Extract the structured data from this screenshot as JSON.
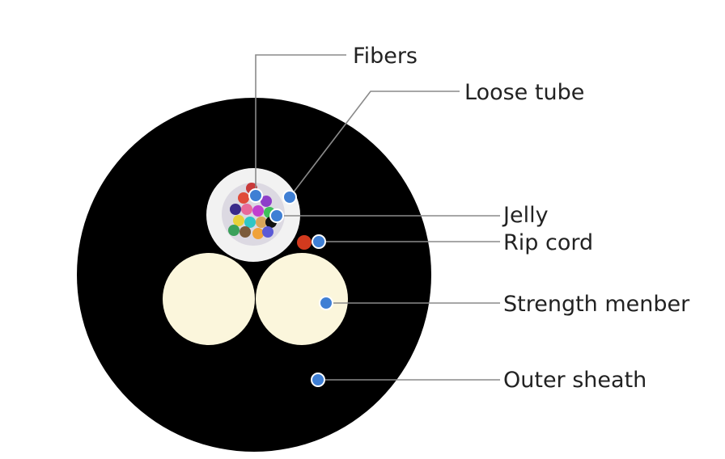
{
  "colors": {
    "background": "#ffffff",
    "outer_sheath": "#000000",
    "loose_tube": "#f2f2f2",
    "jelly": "#dcd9e2",
    "strength_member": "#fbf6dc",
    "rip_cord": "#d23a1e",
    "marker": "#3f7fd4",
    "leader_line": "#8a8a8a",
    "label_text": "#222222"
  },
  "labels": {
    "fibers": "Fibers",
    "loose_tube": "Loose tube",
    "jelly": "Jelly",
    "rip_cord": "Rip cord",
    "strength_member": "Strength menber",
    "outer_sheath": "Outer sheath"
  },
  "fiber_colors": [
    "#e04b3a",
    "#2f9ad6",
    "#8d3ec9",
    "#3a2a8a",
    "#e86a9a",
    "#c23fcf",
    "#3fc05a",
    "#e8d13a",
    "#2fc6c6",
    "#d8a65a",
    "#111111",
    "#7b5a3a",
    "#f0a23a",
    "#5a5ad6",
    "#3aa05a",
    "#c93a3a"
  ]
}
